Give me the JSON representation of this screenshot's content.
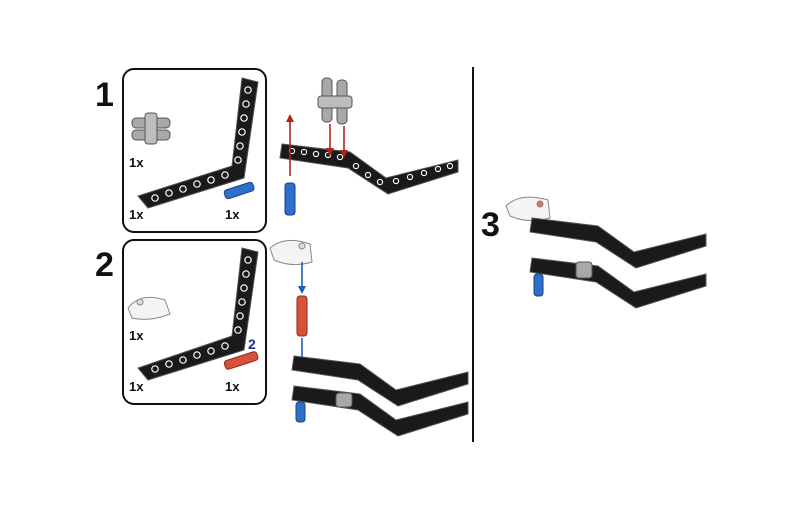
{
  "steps": [
    {
      "number": "1",
      "quantities": [
        "1x",
        "1x",
        "1x"
      ]
    },
    {
      "number": "2",
      "quantities": [
        "1x",
        "1x",
        "1x"
      ],
      "multiplier": "2"
    },
    {
      "number": "3"
    }
  ],
  "colors": {
    "beam": "#1a1a1a",
    "beam_hole": "#ffffff",
    "pin_blue": "#2d6fc9",
    "pin_gray": "#a8a8a8",
    "pin_red": "#d9513a",
    "arrow_red": "#b32418",
    "arrow_blue": "#1f5fb0",
    "multiplier": "#1b2f9c"
  }
}
